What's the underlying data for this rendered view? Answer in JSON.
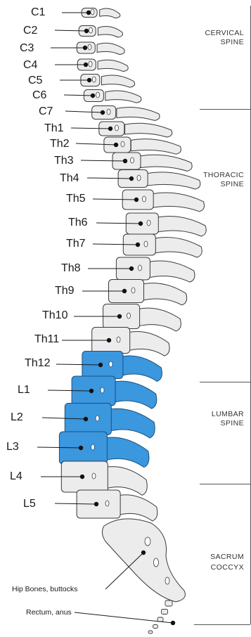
{
  "vertebrae": [
    {
      "label": "C1",
      "group": "cervical",
      "highlight": false
    },
    {
      "label": "C2",
      "group": "cervical",
      "highlight": false
    },
    {
      "label": "C3",
      "group": "cervical",
      "highlight": false
    },
    {
      "label": "C4",
      "group": "cervical",
      "highlight": false
    },
    {
      "label": "C5",
      "group": "cervical",
      "highlight": false
    },
    {
      "label": "C6",
      "group": "cervical",
      "highlight": false
    },
    {
      "label": "C7",
      "group": "cervical",
      "highlight": false
    },
    {
      "label": "Th1",
      "group": "thoracic",
      "highlight": false
    },
    {
      "label": "Th2",
      "group": "thoracic",
      "highlight": false
    },
    {
      "label": "Th3",
      "group": "thoracic",
      "highlight": false
    },
    {
      "label": "Th4",
      "group": "thoracic",
      "highlight": false
    },
    {
      "label": "Th5",
      "group": "thoracic",
      "highlight": false
    },
    {
      "label": "Th6",
      "group": "thoracic",
      "highlight": false
    },
    {
      "label": "Th7",
      "group": "thoracic",
      "highlight": false
    },
    {
      "label": "Th8",
      "group": "thoracic",
      "highlight": false
    },
    {
      "label": "Th9",
      "group": "thoracic",
      "highlight": false
    },
    {
      "label": "Th10",
      "group": "thoracic",
      "highlight": false
    },
    {
      "label": "Th11",
      "group": "thoracic",
      "highlight": false
    },
    {
      "label": "Th12",
      "group": "thoracic",
      "highlight": true
    },
    {
      "label": "L1",
      "group": "lumbar",
      "highlight": true
    },
    {
      "label": "L2",
      "group": "lumbar",
      "highlight": true
    },
    {
      "label": "L3",
      "group": "lumbar",
      "highlight": true
    },
    {
      "label": "L4",
      "group": "lumbar",
      "highlight": false
    },
    {
      "label": "L5",
      "group": "lumbar",
      "highlight": false
    }
  ],
  "regions": {
    "cervical": [
      "CERVICAL",
      "SPINE"
    ],
    "thoracic": [
      "THORACIC",
      "SPINE"
    ],
    "lumbar": [
      "LUMBAR",
      "SPINE"
    ],
    "sacral": [
      "SACRUM",
      "COCCYX"
    ]
  },
  "annotations": {
    "hip": "Hip Bones, buttocks",
    "rectum": "Rectum, anus"
  },
  "colors": {
    "bone_fill": "#ececec",
    "bone_stroke": "#3a3a3a",
    "highlight_fill": "#3b97de",
    "highlight_stroke": "#1f4f78",
    "leader": "#1a1a1a",
    "dot": "#111111"
  }
}
